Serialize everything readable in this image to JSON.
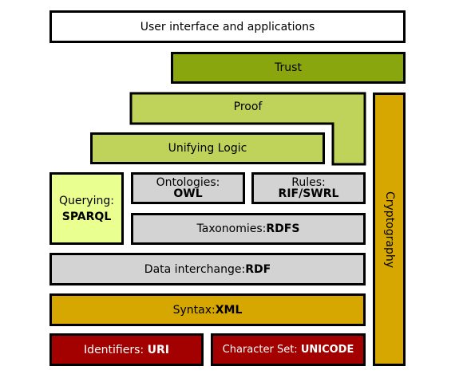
{
  "colors": {
    "ui": "#ffffff",
    "trust": "#8aa60f",
    "proof": "#bfd35a",
    "logic": "#bfd35a",
    "query": "#e9ff90",
    "gray": "#d3d3d3",
    "xml": "#d6a700",
    "crypto": "#d6a700",
    "red": "#a30000"
  },
  "layers": {
    "ui": "User interface and applications",
    "trust": "Trust",
    "proof": "Proof",
    "logic": "Unifying Logic",
    "query_label": "Querying:",
    "query_value": "SPARQL",
    "ontologies_label": "Ontologies:",
    "ontologies_value": "OWL",
    "rules_label": "Rules:",
    "rules_value": "RIF/SWRL",
    "taxonomies_label": "Taxonomies:",
    "taxonomies_value": "RDFS",
    "data_label": "Data interchange:",
    "data_value": "RDF",
    "syntax_label": "Syntax:",
    "syntax_value": "XML",
    "identifiers_label": "Identifiers: ",
    "identifiers_value": "URI",
    "charset_label": "Character Set: ",
    "charset_value": "UNICODE",
    "crypto": "Cryptography"
  }
}
